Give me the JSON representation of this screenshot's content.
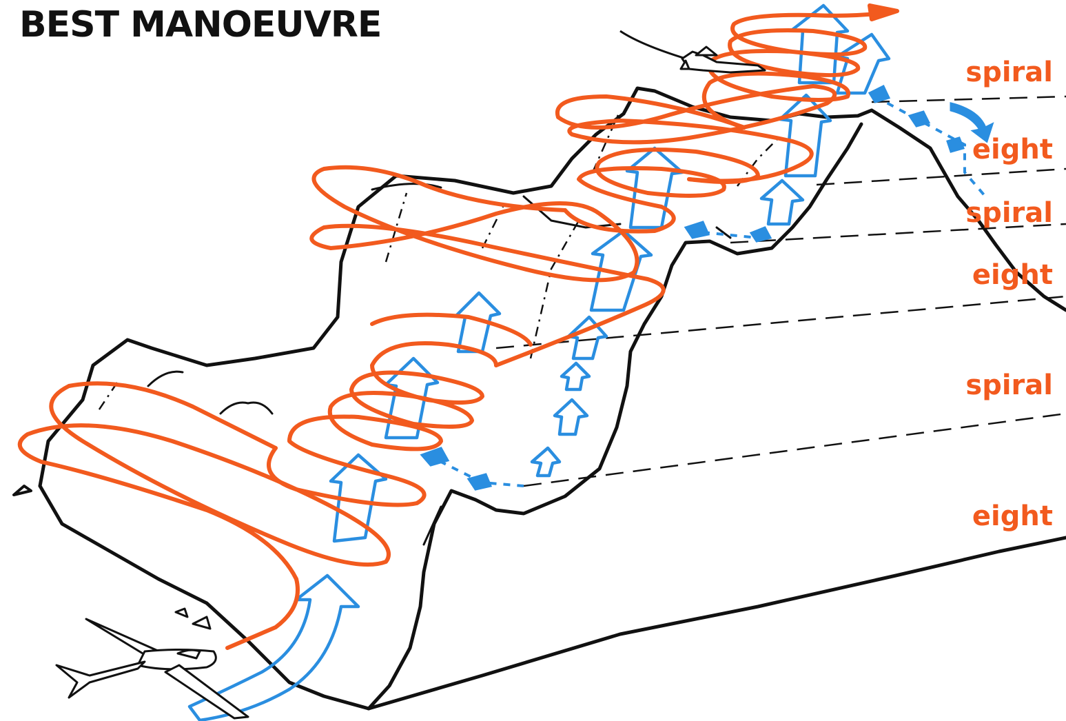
{
  "title": "BEST MANOEUVRE",
  "band_labels": [
    "spiral",
    "eight",
    "spiral",
    "eight",
    "spiral",
    "eight"
  ],
  "colors": {
    "flight_path": "#f25a1e",
    "updraft": "#2a8ee0",
    "ridge_outline": "#111111",
    "label": "#f25a1e",
    "title": "#111111"
  },
  "icons": [
    "glider-icon",
    "updraft-arrow-icon"
  ]
}
